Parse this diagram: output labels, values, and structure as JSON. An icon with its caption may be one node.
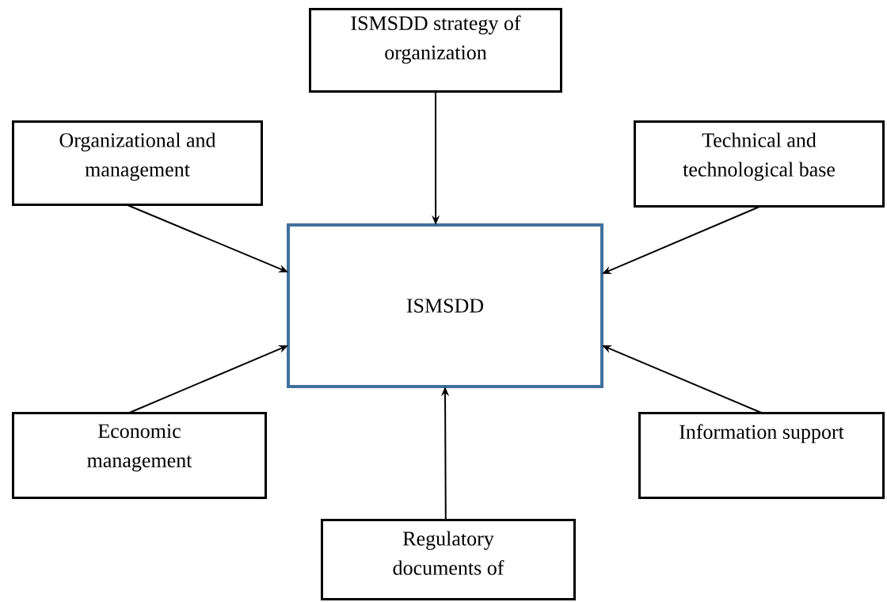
{
  "diagram": {
    "nodes": [
      {
        "text": [
          "ISMSDD"
        ]
      },
      {
        "text": [
          "ISMSDD strategy of organization"
        ]
      },
      {
        "text": [
          "Organizational and management"
        ]
      },
      {
        "text": [
          "Technical and technological base"
        ]
      },
      {
        "text": [
          "Economic management"
        ]
      },
      {
        "text": [
          "Information support"
        ]
      },
      {
        "text": [
          "Regulatory documents of"
        ]
      }
    ],
    "edges": [
      {
        "from": 1,
        "to": 0,
        "arrow": "to"
      },
      {
        "from": 2,
        "to": 0,
        "arrow": "to"
      },
      {
        "from": 3,
        "to": 0,
        "arrow": "to"
      },
      {
        "from": 4,
        "to": 0,
        "arrow": "to"
      },
      {
        "from": 5,
        "to": 0,
        "arrow": "to"
      },
      {
        "from": 6,
        "to": 0,
        "arrow": "to"
      }
    ]
  }
}
